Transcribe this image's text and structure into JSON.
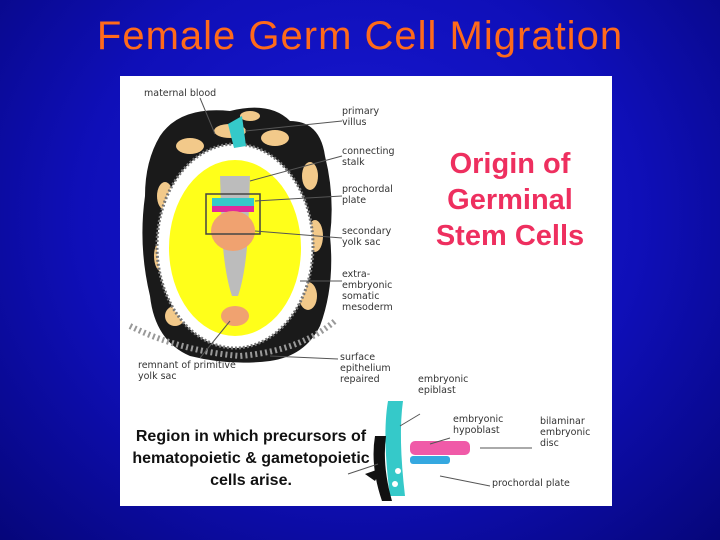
{
  "title": "Female Germ Cell Migration",
  "panel": {
    "heading": "Origin of Germinal Stem Cells",
    "caption": "Region in which precursors of hematopoietic & gametopoietic cells arise.",
    "labels": {
      "maternal_blood": "maternal blood",
      "primary_villus": "primary villus",
      "connecting_stalk": "connecting stalk",
      "prochordal_plate": "prochordal plate",
      "secondary_yolk_sac": "secondary yolk sac",
      "extraembryonic_mesoderm": "extra-embryonic somatic mesoderm",
      "remnant_yolk_sac": "remnant of primitive yolk sac",
      "surface_epithelium": "surface epithelium repaired",
      "embryonic_epiblast": "embryonic epiblast",
      "embryonic_hypoblast": "embryonic hypoblast",
      "bilaminar_disc": "bilaminar embryonic disc",
      "prochordal_plate_bottom": "prochordal plate"
    }
  },
  "colors": {
    "title": "#ff6a1a",
    "heading": "#ee2f5f",
    "yolk": "#ffff1a",
    "tissue": "#1a1a1a",
    "blood": "#f2c98a"
  }
}
